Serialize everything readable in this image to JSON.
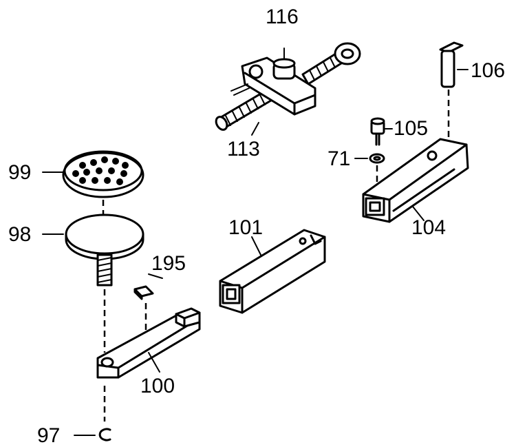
{
  "parts": [
    {
      "id": "p116",
      "label": "116"
    },
    {
      "id": "p113",
      "label": "113"
    },
    {
      "id": "p106",
      "label": "106"
    },
    {
      "id": "p105",
      "label": "105"
    },
    {
      "id": "p71",
      "label": "71"
    },
    {
      "id": "p104",
      "label": "104"
    },
    {
      "id": "p99",
      "label": "99"
    },
    {
      "id": "p98",
      "label": "98"
    },
    {
      "id": "p101",
      "label": "101"
    },
    {
      "id": "p195",
      "label": "195"
    },
    {
      "id": "p100",
      "label": "100"
    },
    {
      "id": "p97",
      "label": "97"
    }
  ],
  "colors": {
    "ink": "#000000",
    "paper": "#ffffff"
  }
}
